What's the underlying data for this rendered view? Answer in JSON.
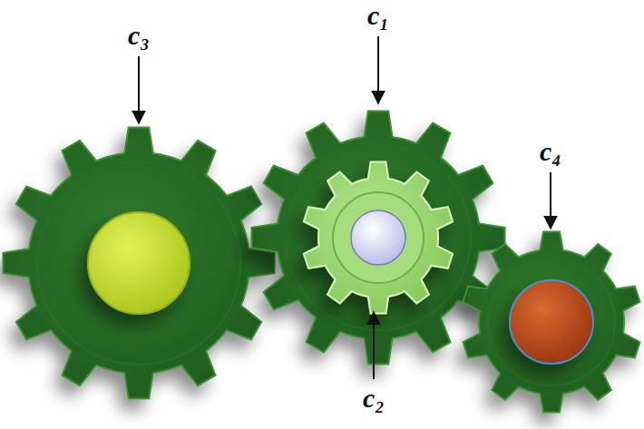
{
  "diagram": {
    "labels": [
      "c₃",
      "c₁",
      "c₄",
      "c₂"
    ]
  }
}
